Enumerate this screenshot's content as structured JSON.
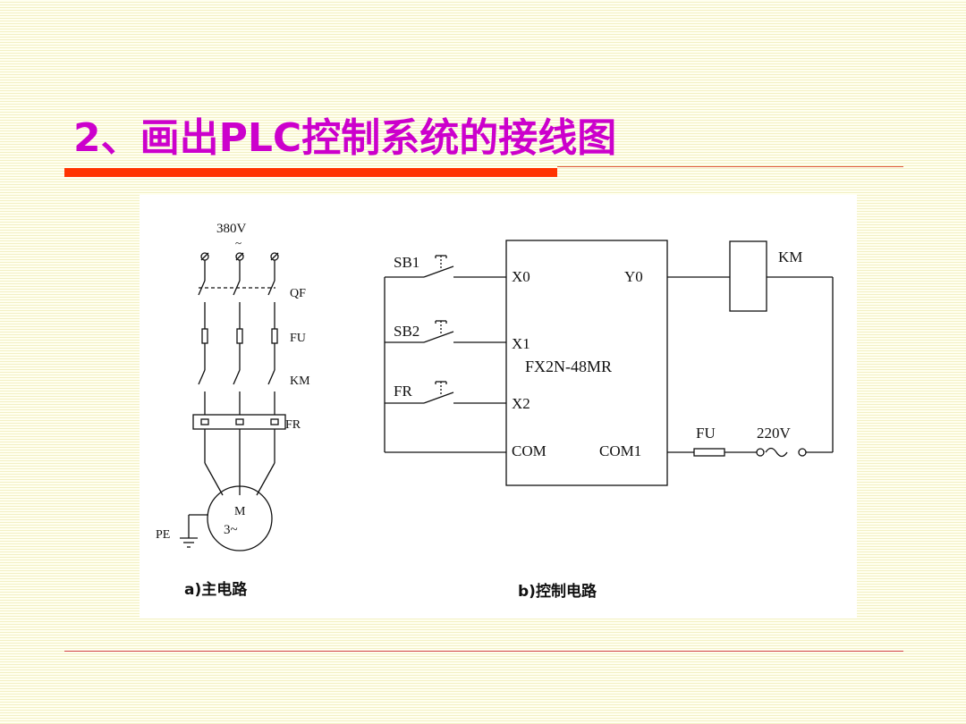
{
  "slide": {
    "title": "2、画出PLC控制系统的接线图"
  },
  "diagram": {
    "main_circuit": {
      "voltage": "380V",
      "ac_symbol": "~",
      "labels": {
        "qf": "QF",
        "fu": "FU",
        "km": "KM",
        "fr": "FR",
        "pe": "PE"
      },
      "motor": {
        "letter": "M",
        "phase": "3~"
      },
      "caption": "a)主电路"
    },
    "control_circuit": {
      "plc_model": "FX2N-48MR",
      "inputs": {
        "x0": "X0",
        "x1": "X1",
        "x2": "X2",
        "com": "COM"
      },
      "outputs": {
        "y0": "Y0",
        "com1": "COM1"
      },
      "switches": {
        "sb1": "SB1",
        "sb2": "SB2",
        "fr": "FR"
      },
      "coil": "KM",
      "fuse": "FU",
      "supply": "220V",
      "caption": "b)控制电路"
    }
  }
}
